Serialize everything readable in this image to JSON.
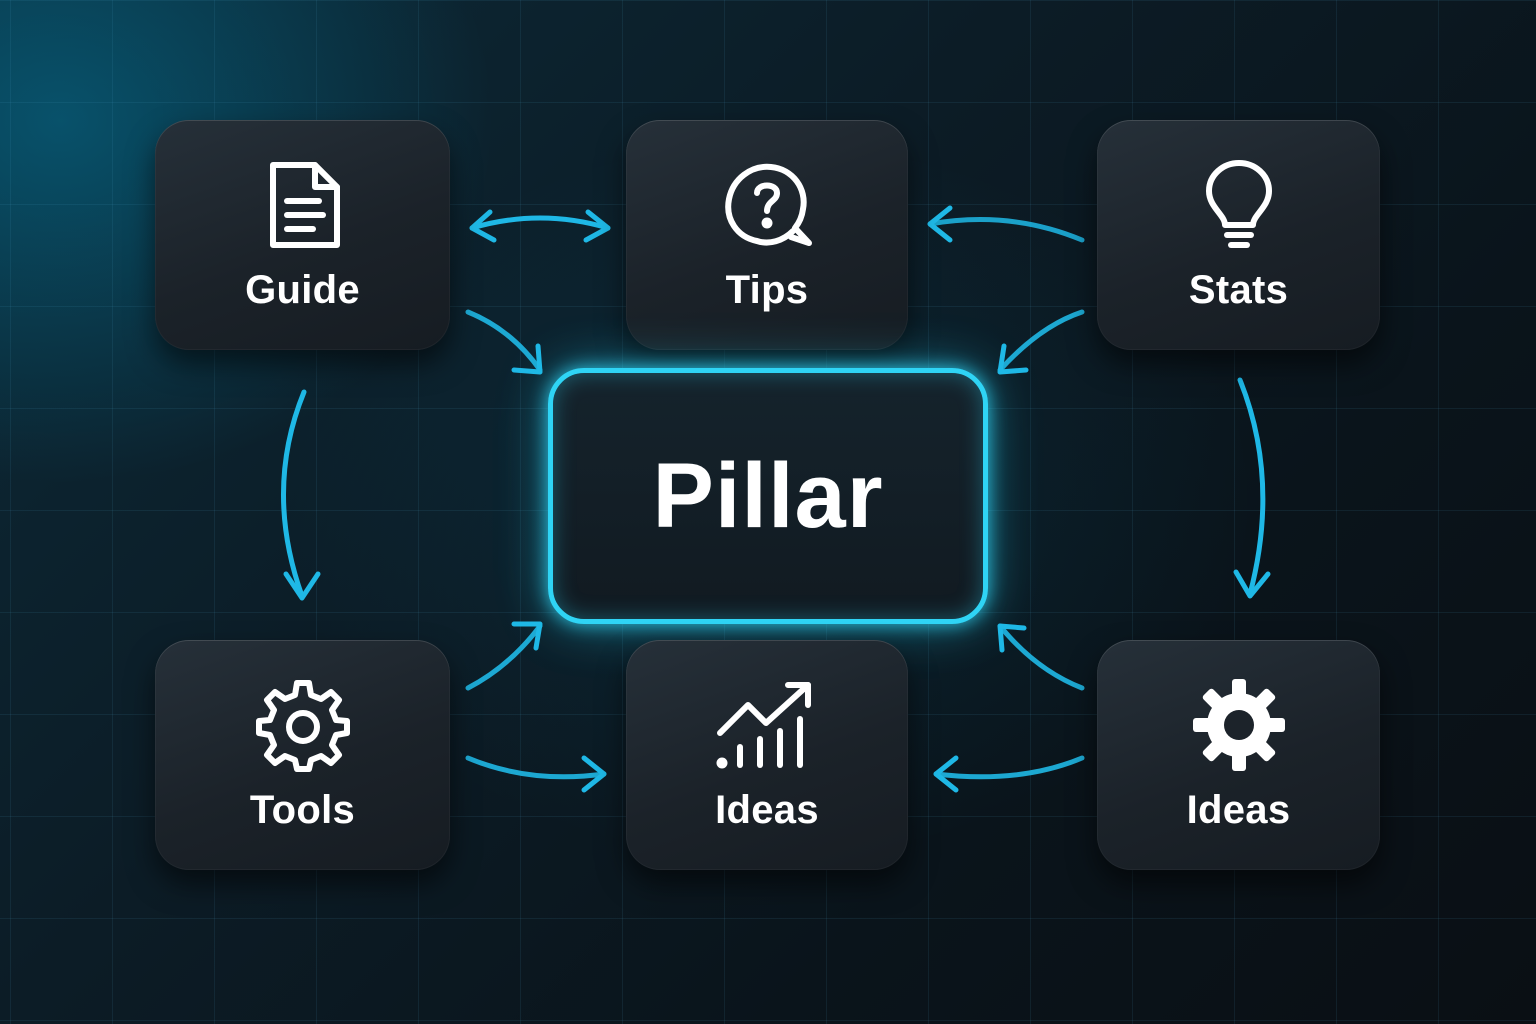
{
  "center": {
    "title": "Pillar"
  },
  "nodes": {
    "guide": {
      "label": "Guide",
      "icon": "document-icon"
    },
    "tips": {
      "label": "Tips",
      "icon": "question-bubble-icon"
    },
    "stats": {
      "label": "Stats",
      "icon": "lightbulb-icon"
    },
    "tools": {
      "label": "Tools",
      "icon": "gear-outline-icon"
    },
    "ideas1": {
      "label": "Ideas",
      "icon": "trend-chart-icon"
    },
    "ideas2": {
      "label": "Ideas",
      "icon": "gear-solid-icon"
    }
  },
  "colors": {
    "accent": "#2fd4f5",
    "arrow": "#1fb8e6",
    "card": "#1e262e",
    "text": "#ffffff"
  }
}
